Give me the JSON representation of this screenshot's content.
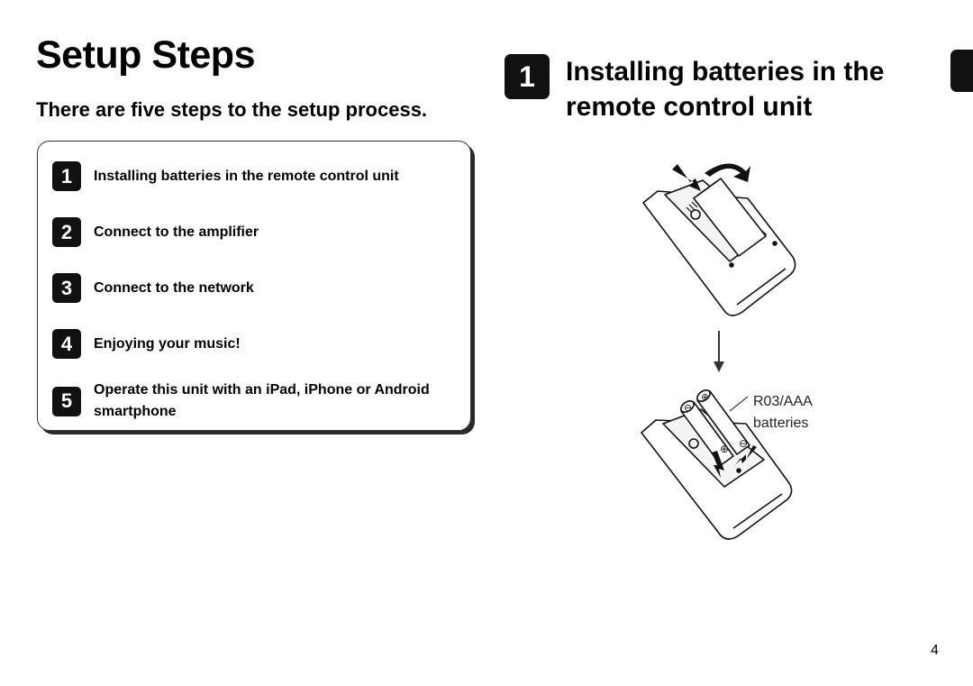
{
  "header": {
    "title": "Setup Steps",
    "subtitle": "There are five steps to the setup process."
  },
  "steps": [
    {
      "number": "1",
      "label": "Installing batteries in the remote control unit"
    },
    {
      "number": "2",
      "label": "Connect to the amplifier"
    },
    {
      "number": "3",
      "label": "Connect to the network"
    },
    {
      "number": "4",
      "label": "Enjoying your music!"
    },
    {
      "number": "5",
      "label": "Operate this unit with an iPad, iPhone or Android smartphone"
    }
  ],
  "section": {
    "number": "1",
    "title": "Installing batteries in the remote control unit"
  },
  "illustration": {
    "battery_label_line1": "R03/AAA",
    "battery_label_line2": "batteries"
  },
  "footer": {
    "page_number": "4"
  }
}
